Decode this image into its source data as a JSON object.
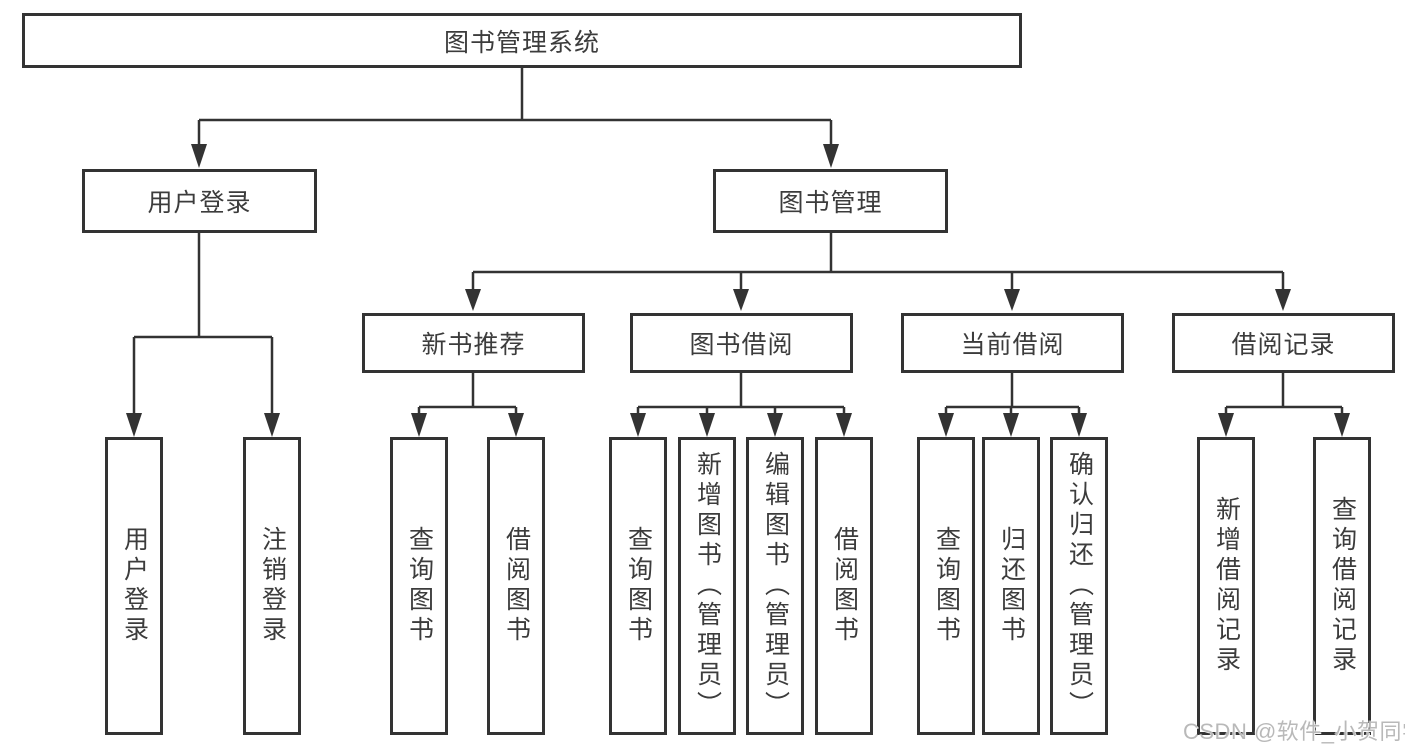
{
  "diagram": {
    "root": "图书管理系统",
    "level2": [
      {
        "label": "用户登录"
      },
      {
        "label": "图书管理"
      }
    ],
    "level3": [
      {
        "label": "新书推荐",
        "parent": "图书管理"
      },
      {
        "label": "图书借阅",
        "parent": "图书管理"
      },
      {
        "label": "当前借阅",
        "parent": "图书管理"
      },
      {
        "label": "借阅记录",
        "parent": "图书管理"
      }
    ],
    "leaves": [
      {
        "label": "用户登录",
        "parent": "用户登录"
      },
      {
        "label": "注销登录",
        "parent": "用户登录"
      },
      {
        "label": "查询图书",
        "parent": "新书推荐"
      },
      {
        "label": "借阅图书",
        "parent": "新书推荐"
      },
      {
        "label": "查询图书",
        "parent": "图书借阅"
      },
      {
        "label": "新增图书（管理员）",
        "parent": "图书借阅"
      },
      {
        "label": "编辑图书（管理员）",
        "parent": "图书借阅"
      },
      {
        "label": "借阅图书",
        "parent": "图书借阅"
      },
      {
        "label": "查询图书",
        "parent": "当前借阅"
      },
      {
        "label": "归还图书",
        "parent": "当前借阅"
      },
      {
        "label": "确认归还（管理员）",
        "parent": "当前借阅"
      },
      {
        "label": "新增借阅记录",
        "parent": "借阅记录"
      },
      {
        "label": "查询借阅记录",
        "parent": "借阅记录"
      }
    ],
    "colors": {
      "line": "#333333",
      "box_border": "#333333",
      "box_fill": "#ffffff",
      "text": "#3c3c3c"
    }
  },
  "watermark": {
    "text": "CSDN @软件_小贺同学",
    "color": "#b9b9b9"
  }
}
